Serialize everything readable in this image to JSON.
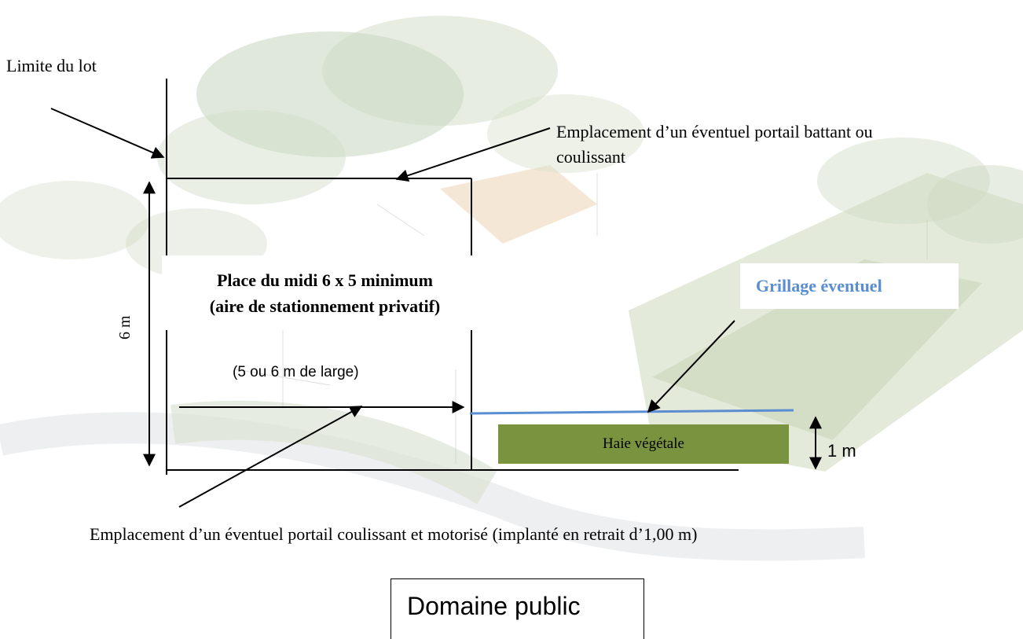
{
  "labels": {
    "limite_du_lot": "Limite du lot",
    "portail_battant": "Emplacement d’un éventuel portail battant ou coulissant",
    "place_line1": "Place du midi 6 x 5 minimum",
    "place_line2": "(aire de stationnement privatif)",
    "largeur": "(5 ou 6 m de large)",
    "hauteur_6m": "6 m",
    "grillage": "Grillage éventuel",
    "haie": "Haie végétale",
    "retrait_1m": "1 m",
    "portail_coulissant": "Emplacement d’un éventuel portail coulissant et motorisé (implanté en retrait d’1,00 m)",
    "domaine_public": "Domaine public"
  },
  "colors": {
    "haie": "#7a933f",
    "grillage": "#5a8ed0",
    "lines": "#000000"
  }
}
